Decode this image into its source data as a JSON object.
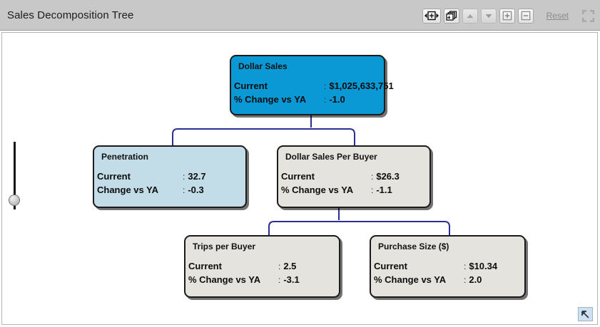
{
  "window": {
    "title": "Sales Decomposition Tree"
  },
  "toolbar": {
    "buttons": [
      {
        "name": "fit-width-button",
        "icon": "expand-horizontal-icon",
        "label": "",
        "enabled": true
      },
      {
        "name": "cascade-windows-button",
        "icon": "stacked-windows-icon",
        "label": "",
        "enabled": true
      },
      {
        "name": "scroll-up-button",
        "icon": "triangle-up-icon",
        "label": "",
        "enabled": false
      },
      {
        "name": "scroll-down-button",
        "icon": "triangle-down-icon",
        "label": "",
        "enabled": false
      },
      {
        "name": "zoom-in-button",
        "icon": "plus-box-icon",
        "label": "",
        "enabled": true
      },
      {
        "name": "zoom-out-button",
        "icon": "minus-box-icon",
        "label": "",
        "enabled": true
      }
    ],
    "reset_label": "Reset",
    "fullscreen_icon": "four-corners-icon"
  },
  "canvas": {
    "zoom_slider": {
      "name": "zoom-slider",
      "orientation": "vertical"
    },
    "restore_icon": "arrow-up-left-icon"
  },
  "tree": {
    "nodes": [
      {
        "id": "dollar-sales",
        "title": "Dollar Sales",
        "color": "blue",
        "rows": [
          {
            "label": "Current",
            "sep": ":",
            "value": "$1,025,633,751"
          },
          {
            "label": "% Change vs YA",
            "sep": ":",
            "value": "-1.0"
          }
        ]
      },
      {
        "id": "penetration",
        "title": "Penetration",
        "color": "lightblue",
        "rows": [
          {
            "label": "Current",
            "sep": ":",
            "value": "32.7"
          },
          {
            "label": "Change vs YA",
            "sep": ":",
            "value": "-0.3"
          }
        ]
      },
      {
        "id": "dollar-sales-per-buyer",
        "title": "Dollar Sales Per Buyer",
        "color": "grey",
        "rows": [
          {
            "label": "Current",
            "sep": ":",
            "value": "$26.3"
          },
          {
            "label": "% Change vs YA",
            "sep": ":",
            "value": "-1.1"
          }
        ]
      },
      {
        "id": "trips-per-buyer",
        "title": "Trips per Buyer",
        "color": "grey",
        "rows": [
          {
            "label": "Current",
            "sep": ":",
            "value": "2.5"
          },
          {
            "label": "% Change vs YA",
            "sep": ":",
            "value": "-3.1"
          }
        ]
      },
      {
        "id": "purchase-size",
        "title": "Purchase Size ($)",
        "color": "grey",
        "rows": [
          {
            "label": "Current",
            "sep": ":",
            "value": "$10.34"
          },
          {
            "label": "% Change vs YA",
            "sep": ":",
            "value": "2.0"
          }
        ]
      }
    ]
  },
  "colors": {
    "titlebar": "#c8c8c8",
    "node_blue": "#0b99d6",
    "node_lightblue": "#c3dde8",
    "node_grey": "#e4e3dd",
    "connector": "#2b2f8f",
    "node_border": "#1b1b1b"
  }
}
